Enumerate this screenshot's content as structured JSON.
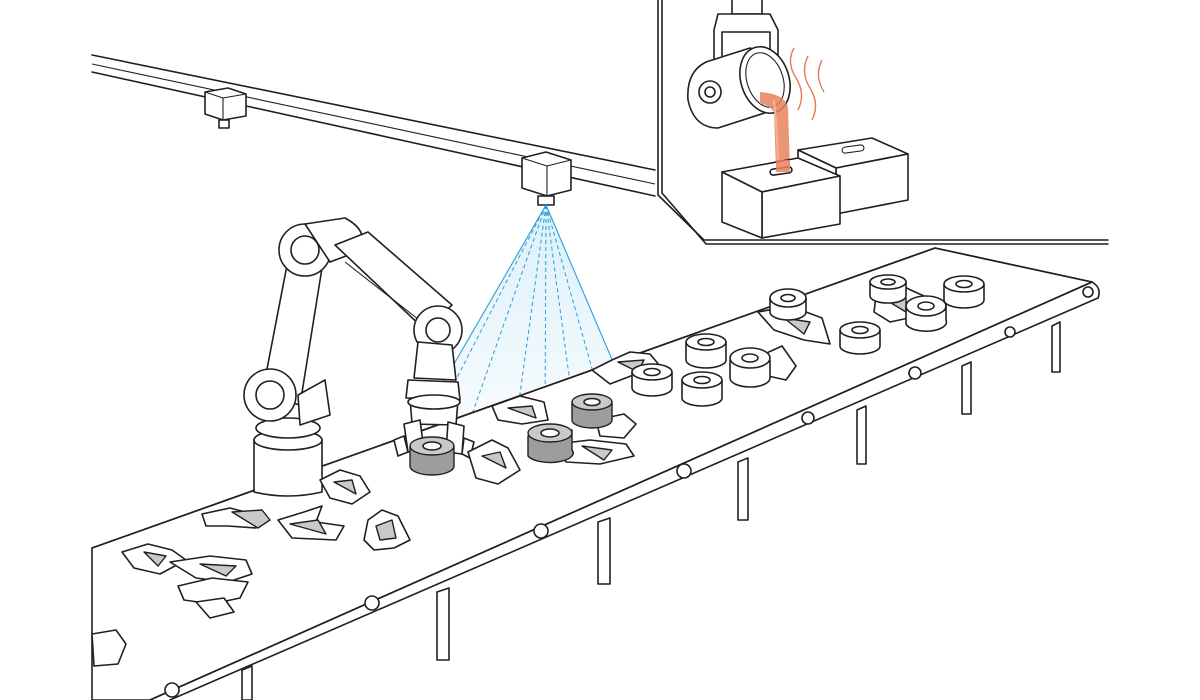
{
  "figure": {
    "colors": {
      "ink": "#231f20",
      "paper": "#ffffff",
      "vision_beam": "#2a9fd8",
      "vision_glow": "#bfe3f6",
      "molten_metal": "#e8835f",
      "heat_waves": "#e07a55",
      "part_gray": "#c9c9c9",
      "part_dark": "#9d9d9d"
    },
    "components": [
      "overhead-rail",
      "camera-unit",
      "vision-camera",
      "vision-cone",
      "robot-arm",
      "gripper",
      "conveyor-belt",
      "scrap-pieces",
      "ring-parts",
      "casting-inset",
      "ladle-icon",
      "molten-stream",
      "sand-molds"
    ]
  }
}
